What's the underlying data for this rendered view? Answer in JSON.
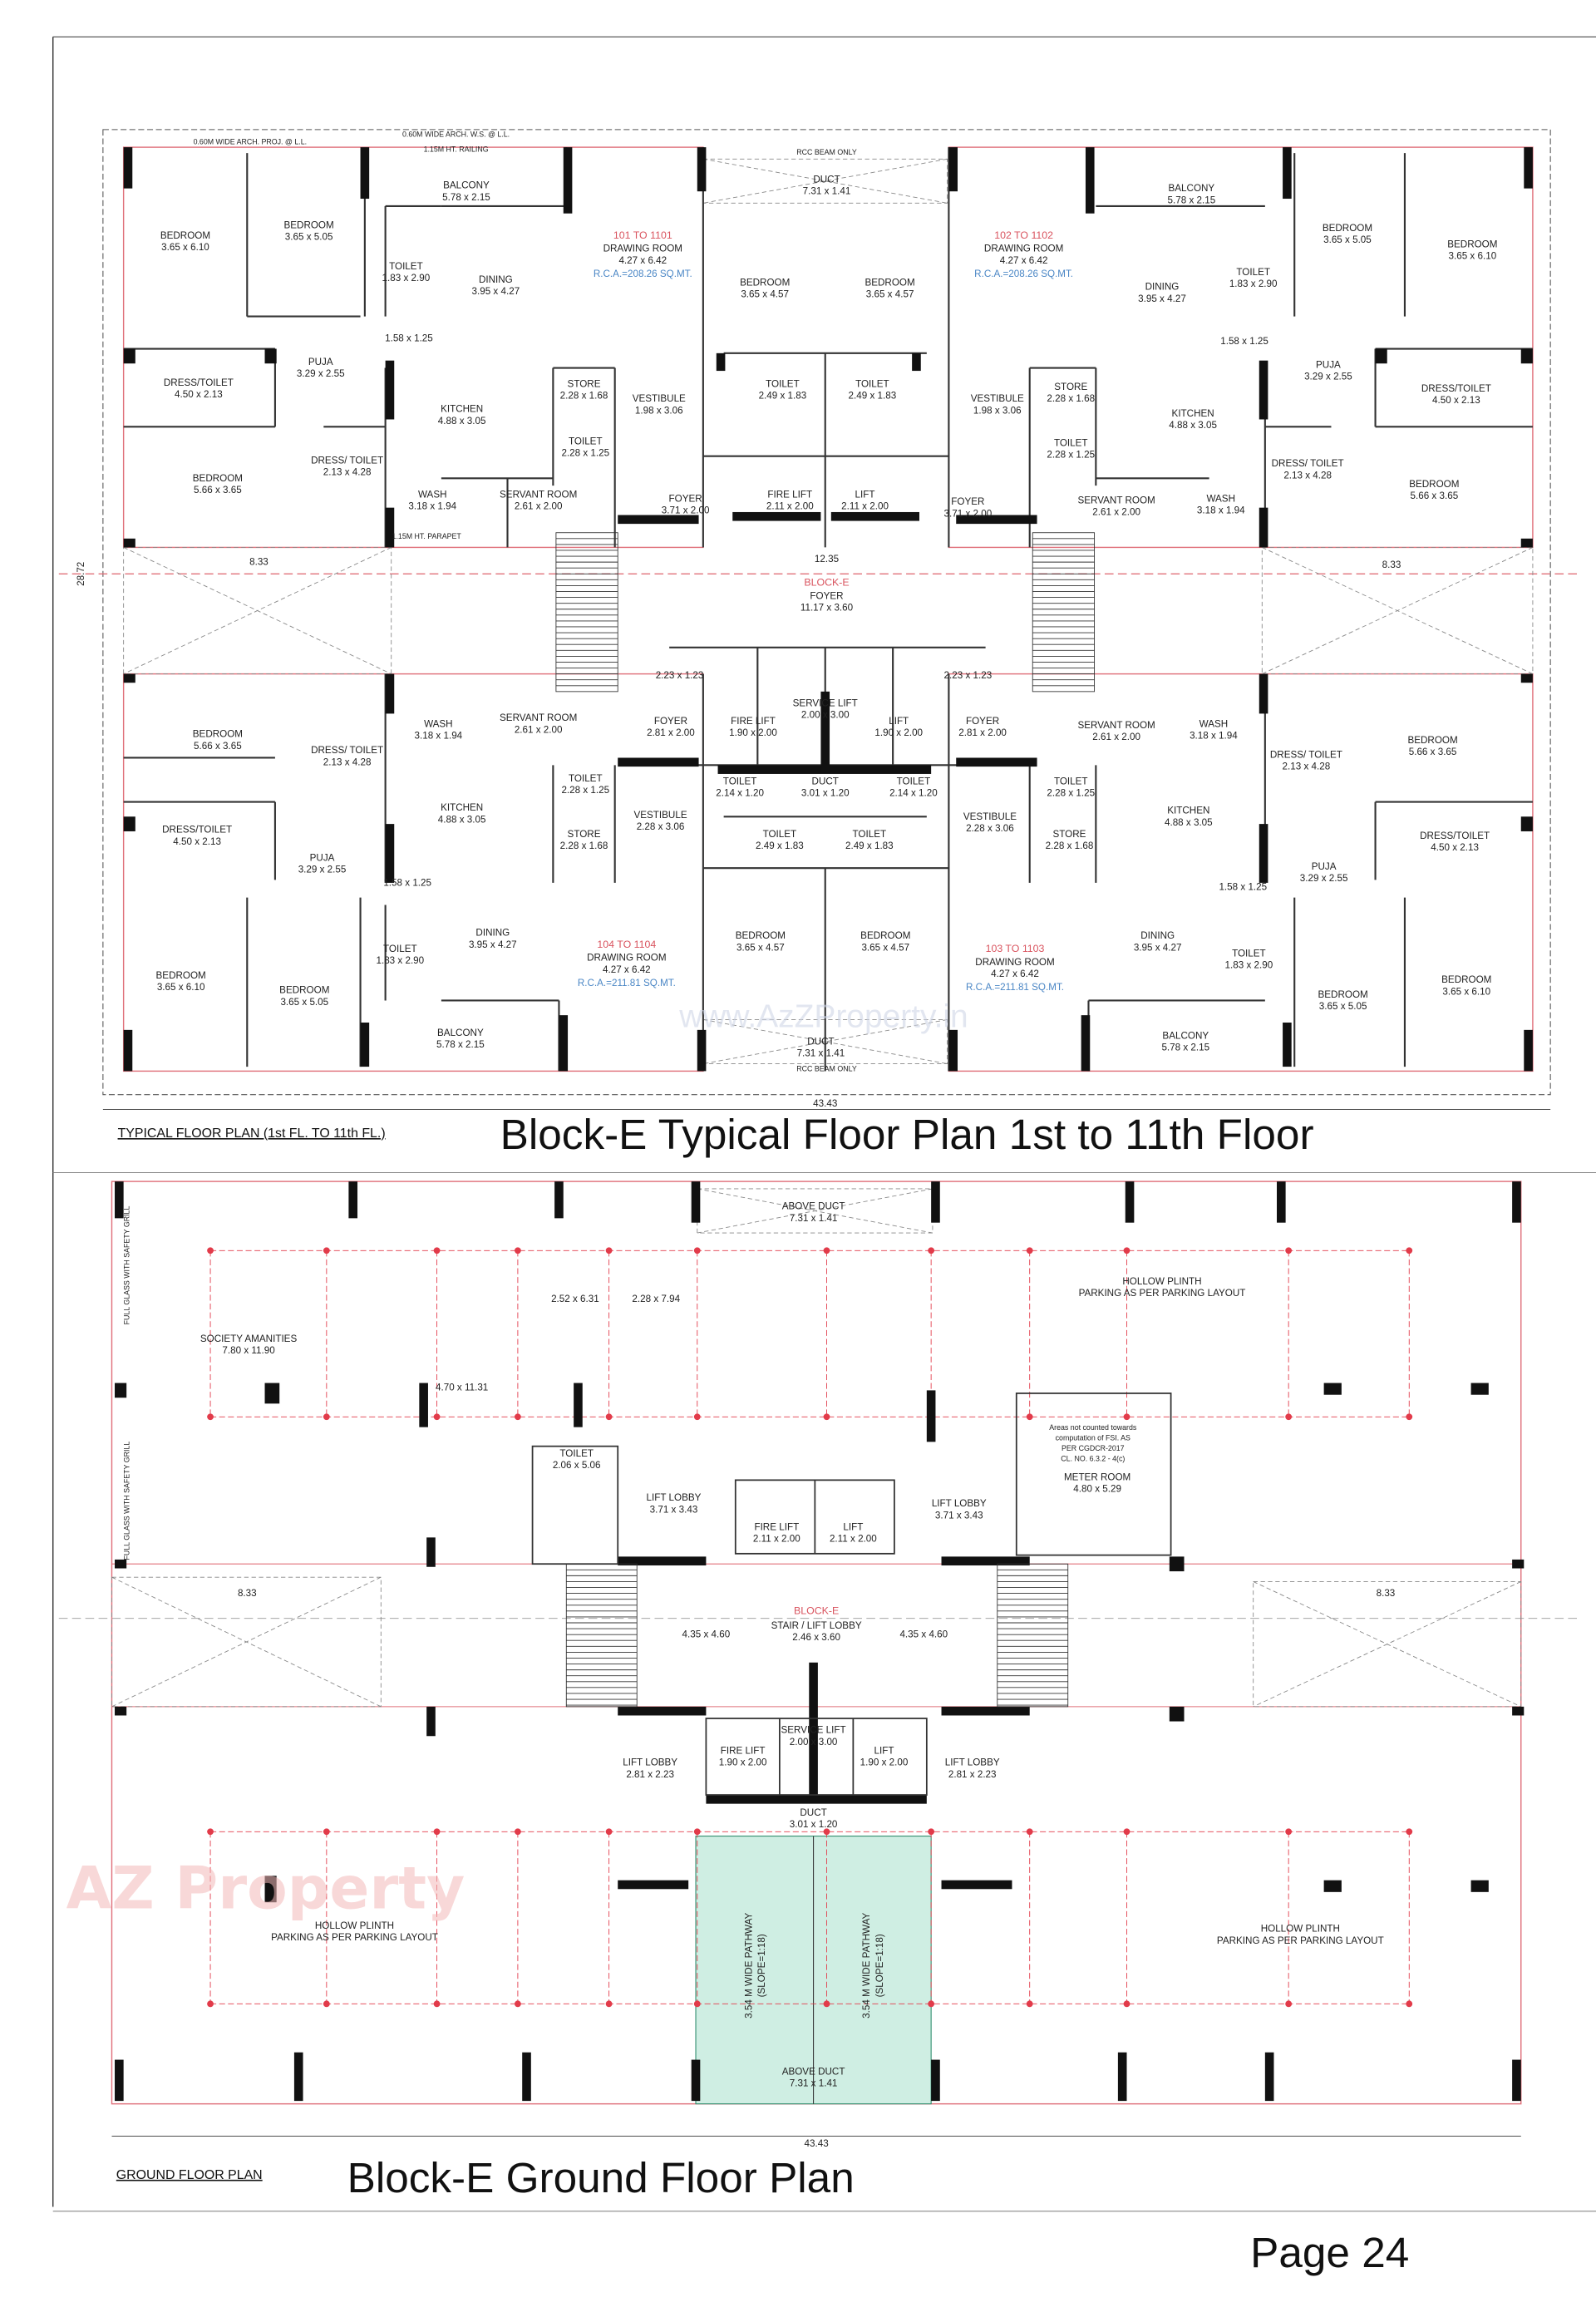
{
  "page_number": "Page 24",
  "colors": {
    "wall": "#111111",
    "boundary": "#e0707a",
    "column_marker": "#e23b4a",
    "ramp": "#cfeee3",
    "rca": "#4a86c5",
    "unit_no": "#d9535e"
  },
  "typical_floor": {
    "caption": "TYPICAL FLOOR PLAN (1st FL. TO 11th FL.)",
    "title": "Block-E Typical Floor Plan 1st to 11th Floor",
    "overall_width": "43.43",
    "overall_depth": "28.72",
    "block_label": "BLOCK-E",
    "central_foyer": {
      "name": "FOYER",
      "size": "11.17 x 3.60",
      "span": "12.35"
    },
    "annotations": {
      "arch_proj": "0.60M WIDE ARCH. PROJ. @ L.L.",
      "arch_ws": "0.60M WIDE ARCH. W.S. @ L.L.",
      "railing": "1.15M HT. RAILING",
      "rcc_beam": "RCC BEAM ONLY",
      "parapet": "1.15M HT. PARAPET",
      "width_left": "8.33",
      "width_right": "8.33",
      "watermark": "www.AzZProperty.in"
    },
    "units": [
      {
        "number": "101 TO 1101",
        "name": "DRAWING ROOM",
        "size": "4.27 x 6.42",
        "rca": "R.C.A.=208.26 SQ.MT."
      },
      {
        "number": "102 TO 1102",
        "name": "DRAWING ROOM",
        "size": "4.27 x 6.42",
        "rca": "R.C.A.=208.26 SQ.MT."
      },
      {
        "number": "104 TO 1104",
        "name": "DRAWING ROOM",
        "size": "4.27 x 6.42",
        "rca": "R.C.A.=211.81 SQ.MT."
      },
      {
        "number": "103 TO 1103",
        "name": "DRAWING ROOM",
        "size": "4.27 x 6.42",
        "rca": "R.C.A.=211.81 SQ.MT."
      }
    ],
    "rooms": [
      {
        "name": "BEDROOM",
        "size": "3.65 x 6.10"
      },
      {
        "name": "BEDROOM",
        "size": "3.65 x 5.05"
      },
      {
        "name": "BALCONY",
        "size": "5.78 x 2.15"
      },
      {
        "name": "TOILET",
        "size": "1.83 x 2.90"
      },
      {
        "name": "DINING",
        "size": "3.95 x 4.27"
      },
      {
        "name": "PUJA",
        "size": "3.29 x 2.55"
      },
      {
        "name": "",
        "size": "1.58 x 1.25"
      },
      {
        "name": "DRESS/TOILET",
        "size": "4.50 x 2.13"
      },
      {
        "name": "BEDROOM",
        "size": "5.66 x 3.65"
      },
      {
        "name": "DRESS/ TOILET",
        "size": "2.13 x 4.28"
      },
      {
        "name": "KITCHEN",
        "size": "4.88 x 3.05"
      },
      {
        "name": "STORE",
        "size": "2.28 x 1.68"
      },
      {
        "name": "VESTIBULE",
        "size": "1.98 x 3.06"
      },
      {
        "name": "TOILET",
        "size": "2.28 x 1.25"
      },
      {
        "name": "WASH",
        "size": "3.18 x 1.94"
      },
      {
        "name": "SERVANT ROOM",
        "size": "2.61 x 2.00"
      },
      {
        "name": "FOYER",
        "size": "3.71 x 2.00"
      },
      {
        "name": "DUCT",
        "size": "7.31 x 1.41"
      },
      {
        "name": "BEDROOM",
        "size": "3.65 x 4.57"
      },
      {
        "name": "BEDROOM",
        "size": "3.65 x 4.57"
      },
      {
        "name": "TOILET",
        "size": "2.49 x 1.83"
      },
      {
        "name": "TOILET",
        "size": "2.49 x 1.83"
      },
      {
        "name": "FIRE LIFT",
        "size": "2.11 x 2.00"
      },
      {
        "name": "LIFT",
        "size": "2.11 x 2.00"
      },
      {
        "name": "BALCONY",
        "size": "5.78 x 2.15"
      },
      {
        "name": "TOILET",
        "size": "1.83 x 2.90"
      },
      {
        "name": "BEDROOM",
        "size": "3.65 x 5.05"
      },
      {
        "name": "BEDROOM",
        "size": "3.65 x 6.10"
      },
      {
        "name": "DINING",
        "size": "3.95 x 4.27"
      },
      {
        "name": "PUJA",
        "size": "3.29 x 2.55"
      },
      {
        "name": "",
        "size": "1.58 x 1.25"
      },
      {
        "name": "DRESS/TOILET",
        "size": "4.50 x 2.13"
      },
      {
        "name": "STORE",
        "size": "2.28 x 1.68"
      },
      {
        "name": "VESTIBULE",
        "size": "1.98 x 3.06"
      },
      {
        "name": "KITCHEN",
        "size": "4.88 x 3.05"
      },
      {
        "name": "TOILET",
        "size": "2.28 x 1.25"
      },
      {
        "name": "DRESS/ TOILET",
        "size": "2.13 x 4.28"
      },
      {
        "name": "BEDROOM",
        "size": "5.66 x 3.65"
      },
      {
        "name": "SERVANT ROOM",
        "size": "2.61 x 2.00"
      },
      {
        "name": "WASH",
        "size": "3.18 x 1.94"
      },
      {
        "name": "FOYER",
        "size": "3.71 x 2.00"
      },
      {
        "name": "SERVICE LIFT",
        "size": "2.00 x 3.00"
      },
      {
        "name": "FIRE LIFT",
        "size": "1.90 x 2.00"
      },
      {
        "name": "LIFT",
        "size": "1.90 x 2.00"
      },
      {
        "name": "FOYER",
        "size": "2.81 x 2.00"
      },
      {
        "name": "FOYER",
        "size": "2.81 x 2.00"
      },
      {
        "name": "TOILET",
        "size": "2.14 x 1.20"
      },
      {
        "name": "TOILET",
        "size": "2.14 x 1.20"
      },
      {
        "name": "DUCT",
        "size": "3.01 x 1.20"
      },
      {
        "name": "",
        "size": "2.23 x 1.23"
      },
      {
        "name": "",
        "size": "2.23 x 1.23"
      },
      {
        "name": "BEDROOM",
        "size": "5.66 x 3.65"
      },
      {
        "name": "DRESS/ TOILET",
        "size": "2.13 x 4.28"
      },
      {
        "name": "SERVANT ROOM",
        "size": "2.61 x 2.00"
      },
      {
        "name": "WASH",
        "size": "3.18 x 1.94"
      },
      {
        "name": "TOILET",
        "size": "2.28 x 1.25"
      },
      {
        "name": "KITCHEN",
        "size": "4.88 x 3.05"
      },
      {
        "name": "DRESS/TOILET",
        "size": "4.50 x 2.13"
      },
      {
        "name": "STORE",
        "size": "2.28 x 1.68"
      },
      {
        "name": "VESTIBULE",
        "size": "2.28 x 3.06"
      },
      {
        "name": "PUJA",
        "size": "3.29 x 2.55"
      },
      {
        "name": "",
        "size": "1.58 x 1.25"
      },
      {
        "name": "DINING",
        "size": "3.95 x 4.27"
      },
      {
        "name": "TOILET",
        "size": "1.83 x 2.90"
      },
      {
        "name": "BEDROOM",
        "size": "3.65 x 6.10"
      },
      {
        "name": "BEDROOM",
        "size": "3.65 x 5.05"
      },
      {
        "name": "BALCONY",
        "size": "5.78 x 2.15"
      },
      {
        "name": "TOILET",
        "size": "2.49 x 1.83"
      },
      {
        "name": "TOILET",
        "size": "2.49 x 1.83"
      },
      {
        "name": "BEDROOM",
        "size": "3.65 x 4.57"
      },
      {
        "name": "BEDROOM",
        "size": "3.65 x 4.57"
      },
      {
        "name": "DUCT",
        "size": "7.31 x 1.41"
      },
      {
        "name": "DINING",
        "size": "3.95 x 4.27"
      },
      {
        "name": "TOILET",
        "size": "1.83 x 2.90"
      },
      {
        "name": "BEDROOM",
        "size": "3.65 x 5.05"
      },
      {
        "name": "BEDROOM",
        "size": "3.65 x 6.10"
      },
      {
        "name": "BALCONY",
        "size": "5.78 x 2.15"
      },
      {
        "name": "PUJA",
        "size": "3.29 x 2.55"
      },
      {
        "name": "",
        "size": "1.58 x 1.25"
      },
      {
        "name": "DRESS/TOILET",
        "size": "4.50 x 2.13"
      },
      {
        "name": "KITCHEN",
        "size": "4.88 x 3.05"
      },
      {
        "name": "STORE",
        "size": "2.28 x 1.68"
      },
      {
        "name": "VESTIBULE",
        "size": "2.28 x 3.06"
      },
      {
        "name": "TOILET",
        "size": "2.28 x 1.25"
      },
      {
        "name": "SERVANT ROOM",
        "size": "2.61 x 2.00"
      },
      {
        "name": "WASH",
        "size": "3.18 x 1.94"
      },
      {
        "name": "DRESS/ TOILET",
        "size": "2.13 x 4.28"
      },
      {
        "name": "BEDROOM",
        "size": "5.66 x 3.65"
      }
    ]
  },
  "ground_floor": {
    "caption": "GROUND FLOOR PLAN",
    "title": "Block-E Ground Floor Plan",
    "overall_width": "43.43",
    "block_label": "BLOCK-E",
    "annotations": {
      "glass": "FULL GLASS WITH SAFETY GRILL",
      "width_left": "8.33",
      "width_right": "8.33",
      "watermark": "AZ Property"
    },
    "rooms": [
      {
        "name": "SOCIETY AMANITIES",
        "size": "7.80 x 11.90"
      },
      {
        "name": "",
        "size": "2.52 x 6.31"
      },
      {
        "name": "",
        "size": "2.28 x 7.94"
      },
      {
        "name": "",
        "size": "4.70 x 11.31"
      },
      {
        "name": "HOLLOW PLINTH",
        "size": "PARKING AS PER PARKING LAYOUT"
      },
      {
        "name": "TOILET",
        "size": "2.06 x 5.06"
      },
      {
        "name": "LIFT LOBBY",
        "size": "3.71 x 3.43"
      },
      {
        "name": "FIRE LIFT",
        "size": "2.11 x 2.00"
      },
      {
        "name": "LIFT",
        "size": "2.11 x 2.00"
      },
      {
        "name": "LIFT LOBBY",
        "size": "3.71 x 3.43"
      },
      {
        "name": "METER ROOM",
        "size": "4.80 x 5.29"
      },
      {
        "name": "STAIR / LIFT LOBBY",
        "size": "2.46 x 3.60"
      },
      {
        "name": "",
        "size": "4.35 x 4.60"
      },
      {
        "name": "",
        "size": "4.35 x 4.60"
      },
      {
        "name": "SERVICE LIFT",
        "size": "2.00 x 3.00"
      },
      {
        "name": "FIRE LIFT",
        "size": "1.90 x 2.00"
      },
      {
        "name": "LIFT",
        "size": "1.90 x 2.00"
      },
      {
        "name": "LIFT LOBBY",
        "size": "2.81 x 2.23"
      },
      {
        "name": "LIFT LOBBY",
        "size": "2.81 x 2.23"
      },
      {
        "name": "DUCT",
        "size": "3.01 x 1.20"
      },
      {
        "name": "HOLLOW PLINTH",
        "size": "PARKING AS PER PARKING LAYOUT"
      },
      {
        "name": "HOLLOW PLINTH",
        "size": "PARKING AS PER PARKING LAYOUT"
      },
      {
        "name": "ABOVE DUCT",
        "size": "7.31 x 1.41"
      },
      {
        "name": "ABOVE DUCT",
        "size": "7.31 x 1.41"
      }
    ],
    "meter_note": [
      "Areas not counted towards",
      "computation of FSI. AS",
      "PER CGDCR-2017",
      "CL. NO. 6.3.2 - 4(c)"
    ],
    "pathways": [
      {
        "name": "3.54 M WIDE PATHWAY",
        "slope": "(SLOPE=1:18)"
      },
      {
        "name": "3.54 M WIDE PATHWAY",
        "slope": "(SLOPE=1:18)"
      }
    ]
  }
}
